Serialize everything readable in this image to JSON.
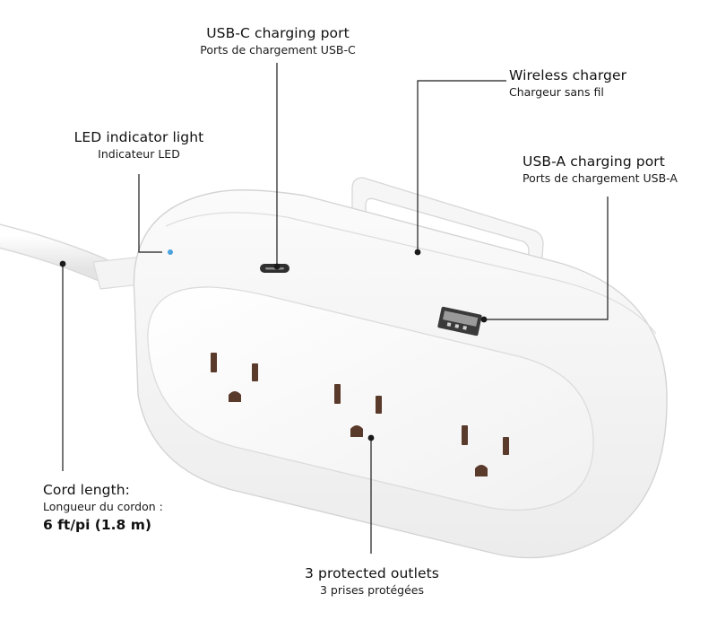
{
  "callouts": {
    "usb_c": {
      "label": "USB-C charging port",
      "label_fr": "Ports de chargement USB-C"
    },
    "wireless": {
      "label": "Wireless charger",
      "label_fr": "Chargeur sans fil"
    },
    "led": {
      "label": "LED indicator light",
      "label_fr": "Indicateur LED"
    },
    "usb_a": {
      "label": "USB-A charging port",
      "label_fr": "Ports de chargement USB-A"
    },
    "cord": {
      "label": "Cord length:",
      "label_fr": "Longueur du cordon :",
      "value": "6 ft/pi (1.8 m)"
    },
    "outlets": {
      "label": "3 protected outlets",
      "label_fr": "3 prises protégées"
    }
  },
  "colors": {
    "leader_line": "#1a1a1a",
    "device_body": "#f7f7f7",
    "led": "#4aa3e0",
    "text": "#111111"
  },
  "icons": [
    "usb-c-port",
    "usb-a-port",
    "led-light",
    "outlet"
  ]
}
